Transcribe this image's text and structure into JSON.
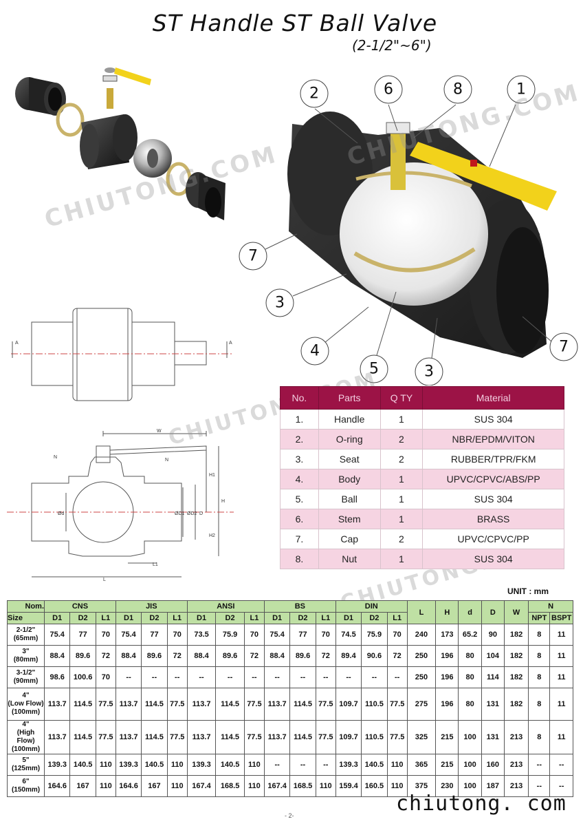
{
  "title": "ST Handle ST Ball Valve",
  "subtitle": "(2-1/2\"~6\")",
  "watermark": "CHIUTONG.COM",
  "callouts": [
    "2",
    "6",
    "8",
    "1",
    "7",
    "3",
    "4",
    "5",
    "3",
    "7"
  ],
  "drawing_labels": {
    "a": "A",
    "w": "W",
    "n": "N",
    "h": "H",
    "h1": "H1",
    "h2": "H2",
    "d_small": "Ød",
    "d1": "ØD1",
    "d2": "ØD2",
    "d": "D",
    "l": "L",
    "l1": "L1"
  },
  "parts_table": {
    "headers": [
      "No.",
      "Parts",
      "Q  TY",
      "Material"
    ],
    "rows": [
      [
        "1.",
        "Handle",
        "1",
        "SUS 304"
      ],
      [
        "2.",
        "O-ring",
        "2",
        "NBR/EPDM/VITON"
      ],
      [
        "3.",
        "Seat",
        "2",
        "RUBBER/TPR/FKM"
      ],
      [
        "4.",
        "Body",
        "1",
        "UPVC/CPVC/ABS/PP"
      ],
      [
        "5.",
        "Ball",
        "1",
        "SUS 304"
      ],
      [
        "6.",
        "Stem",
        "1",
        "BRASS"
      ],
      [
        "7.",
        "Cap",
        "2",
        "UPVC/CPVC/PP"
      ],
      [
        "8.",
        "Nut",
        "1",
        "SUS 304"
      ]
    ]
  },
  "unit": "UNIT : mm",
  "dim_table": {
    "nom": "Nom.",
    "size": "Size",
    "groups": [
      "CNS",
      "JIS",
      "ANSI",
      "BS",
      "DIN"
    ],
    "single": [
      "L",
      "H",
      "d",
      "D",
      "W"
    ],
    "n": "N",
    "sub": [
      "D1",
      "D2",
      "L1"
    ],
    "n_sub": [
      "NPT",
      "BSPT"
    ],
    "rows": [
      {
        "size1": "2-1/2\"",
        "size2": "(65mm)",
        "size3": "",
        "cells": [
          "75.4",
          "77",
          "70",
          "75.4",
          "77",
          "70",
          "73.5",
          "75.9",
          "70",
          "75.4",
          "77",
          "70",
          "74.5",
          "75.9",
          "70",
          "240",
          "173",
          "65.2",
          "90",
          "182",
          "8",
          "11"
        ]
      },
      {
        "size1": "3\"",
        "size2": "(80mm)",
        "size3": "",
        "cells": [
          "88.4",
          "89.6",
          "72",
          "88.4",
          "89.6",
          "72",
          "88.4",
          "89.6",
          "72",
          "88.4",
          "89.6",
          "72",
          "89.4",
          "90.6",
          "72",
          "250",
          "196",
          "80",
          "104",
          "182",
          "8",
          "11"
        ]
      },
      {
        "size1": "3-1/2\"",
        "size2": "(90mm)",
        "size3": "",
        "cells": [
          "98.6",
          "100.6",
          "70",
          "--",
          "--",
          "--",
          "--",
          "--",
          "--",
          "--",
          "--",
          "--",
          "--",
          "--",
          "--",
          "250",
          "196",
          "80",
          "114",
          "182",
          "8",
          "11"
        ]
      },
      {
        "size1": "4\"",
        "size2": "(Low Flow)",
        "size3": "(100mm)",
        "cells": [
          "113.7",
          "114.5",
          "77.5",
          "113.7",
          "114.5",
          "77.5",
          "113.7",
          "114.5",
          "77.5",
          "113.7",
          "114.5",
          "77.5",
          "109.7",
          "110.5",
          "77.5",
          "275",
          "196",
          "80",
          "131",
          "182",
          "8",
          "11"
        ]
      },
      {
        "size1": "4\"",
        "size2": "(High Flow)",
        "size3": "(100mm)",
        "cells": [
          "113.7",
          "114.5",
          "77.5",
          "113.7",
          "114.5",
          "77.5",
          "113.7",
          "114.5",
          "77.5",
          "113.7",
          "114.5",
          "77.5",
          "109.7",
          "110.5",
          "77.5",
          "325",
          "215",
          "100",
          "131",
          "213",
          "8",
          "11"
        ]
      },
      {
        "size1": "5\"",
        "size2": "(125mm)",
        "size3": "",
        "cells": [
          "139.3",
          "140.5",
          "110",
          "139.3",
          "140.5",
          "110",
          "139.3",
          "140.5",
          "110",
          "--",
          "--",
          "--",
          "139.3",
          "140.5",
          "110",
          "365",
          "215",
          "100",
          "160",
          "213",
          "--",
          "--"
        ]
      },
      {
        "size1": "6\"",
        "size2": "(150mm)",
        "size3": "",
        "cells": [
          "164.6",
          "167",
          "110",
          "164.6",
          "167",
          "110",
          "167.4",
          "168.5",
          "110",
          "167.4",
          "168.5",
          "110",
          "159.4",
          "160.5",
          "110",
          "375",
          "230",
          "100",
          "187",
          "213",
          "--",
          "--"
        ]
      }
    ]
  },
  "footer": "chiutong. com",
  "page_number": "- 2-",
  "colors": {
    "header_maroon": "#9c1346",
    "row_pink": "#f6d4e2",
    "table_green": "#bfe0a4",
    "handle_yellow": "#f2d21b"
  }
}
